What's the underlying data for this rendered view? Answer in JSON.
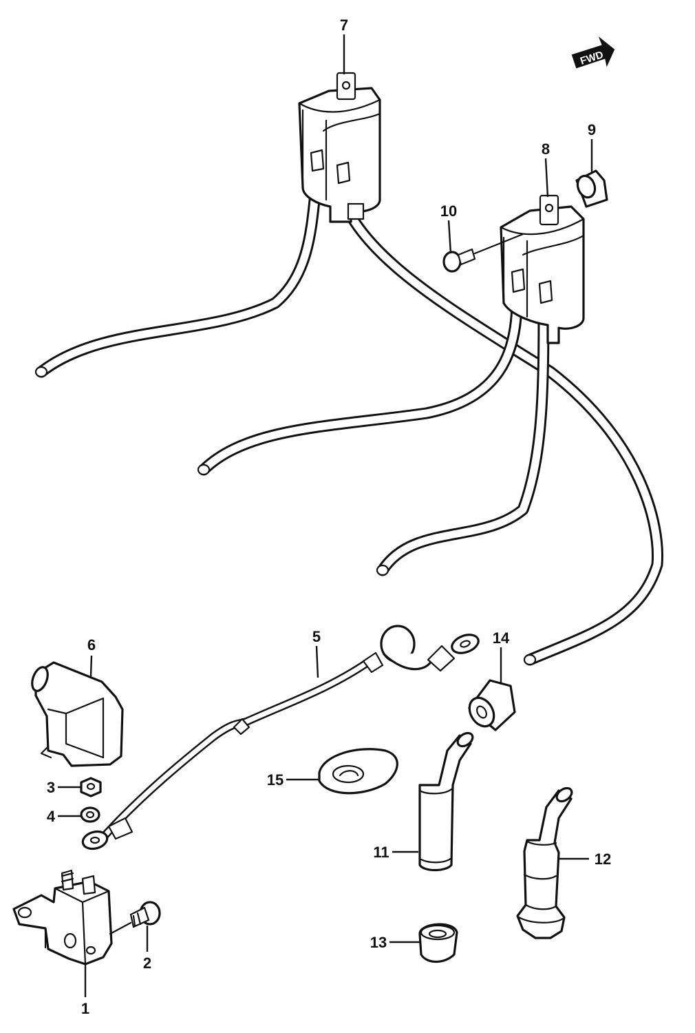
{
  "diagram": {
    "direction_arrow": {
      "label": "FWD"
    },
    "callouts": [
      {
        "id": "1",
        "label": "1"
      },
      {
        "id": "2",
        "label": "2"
      },
      {
        "id": "3",
        "label": "3"
      },
      {
        "id": "4",
        "label": "4"
      },
      {
        "id": "5",
        "label": "5"
      },
      {
        "id": "6",
        "label": "6"
      },
      {
        "id": "7",
        "label": "7"
      },
      {
        "id": "8",
        "label": "8"
      },
      {
        "id": "9",
        "label": "9"
      },
      {
        "id": "10",
        "label": "10"
      },
      {
        "id": "11",
        "label": "11"
      },
      {
        "id": "12",
        "label": "12"
      },
      {
        "id": "13",
        "label": "13"
      },
      {
        "id": "14",
        "label": "14"
      },
      {
        "id": "15",
        "label": "15"
      }
    ]
  }
}
